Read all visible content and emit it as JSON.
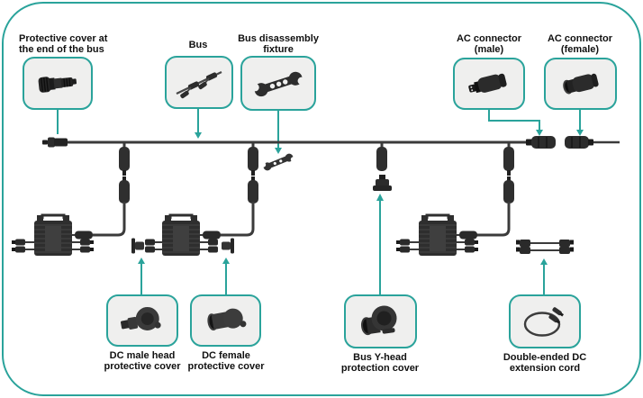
{
  "colors": {
    "accent": "#2aa39b",
    "wire": "#3b3b3b",
    "panel_bg": "#efefee"
  },
  "callouts_top": [
    {
      "label": "Protective cover at\nthe end of the bus",
      "icon": "bus-end-protective-cover-icon"
    },
    {
      "label": "Bus",
      "icon": "bus-cable-icon"
    },
    {
      "label": "Bus disassembly\nfixture",
      "icon": "bus-disassembly-fixture-icon"
    },
    {
      "label": "AC connector\n(male)",
      "icon": "ac-connector-male-icon"
    },
    {
      "label": "AC connector\n(female)",
      "icon": "ac-connector-female-icon"
    }
  ],
  "callouts_bottom": [
    {
      "label": "DC male head\nprotective cover",
      "icon": "dc-male-head-protective-cover-icon"
    },
    {
      "label": "DC female\nprotective cover",
      "icon": "dc-female-protective-cover-icon"
    },
    {
      "label": "Bus Y-head\nprotection cover",
      "icon": "bus-y-head-protection-cover-icon"
    },
    {
      "label": "Double-ended DC\nextension cord",
      "icon": "double-ended-dc-extension-cord-icon"
    }
  ]
}
